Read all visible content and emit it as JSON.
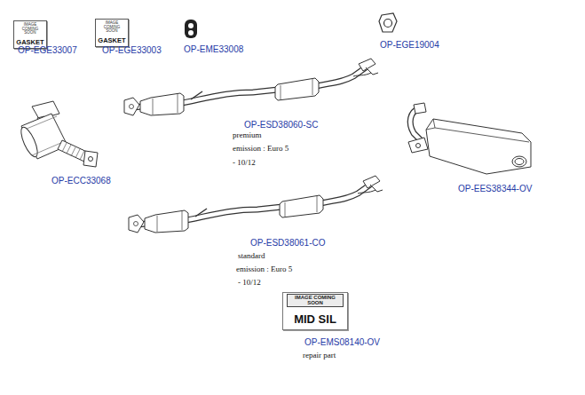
{
  "diagram": {
    "nodes": [
      {
        "text": [
          "IMAGE COMING SOON",
          "GASKET"
        ]
      },
      {
        "text": [
          "IMAGE COMING SOON",
          "GASKET"
        ]
      },
      {
        "text": [
          "IMAGE COMING SOON",
          "MID SIL"
        ]
      }
    ],
    "labels": [
      "OP-EGE33007",
      "OP-EGE33003",
      "OP-EME33008",
      "OP-EGE19004",
      "OP-ESD38060-SC",
      "premium",
      "emission : Euro 5",
      "- 10/12",
      "OP-ECC33068",
      "OP-EES38344-OV",
      "OP-ESD38061-CO",
      "standard",
      "emission : Euro 5",
      "- 10/12",
      "OP-EMS08140-OV",
      "repair part"
    ]
  }
}
